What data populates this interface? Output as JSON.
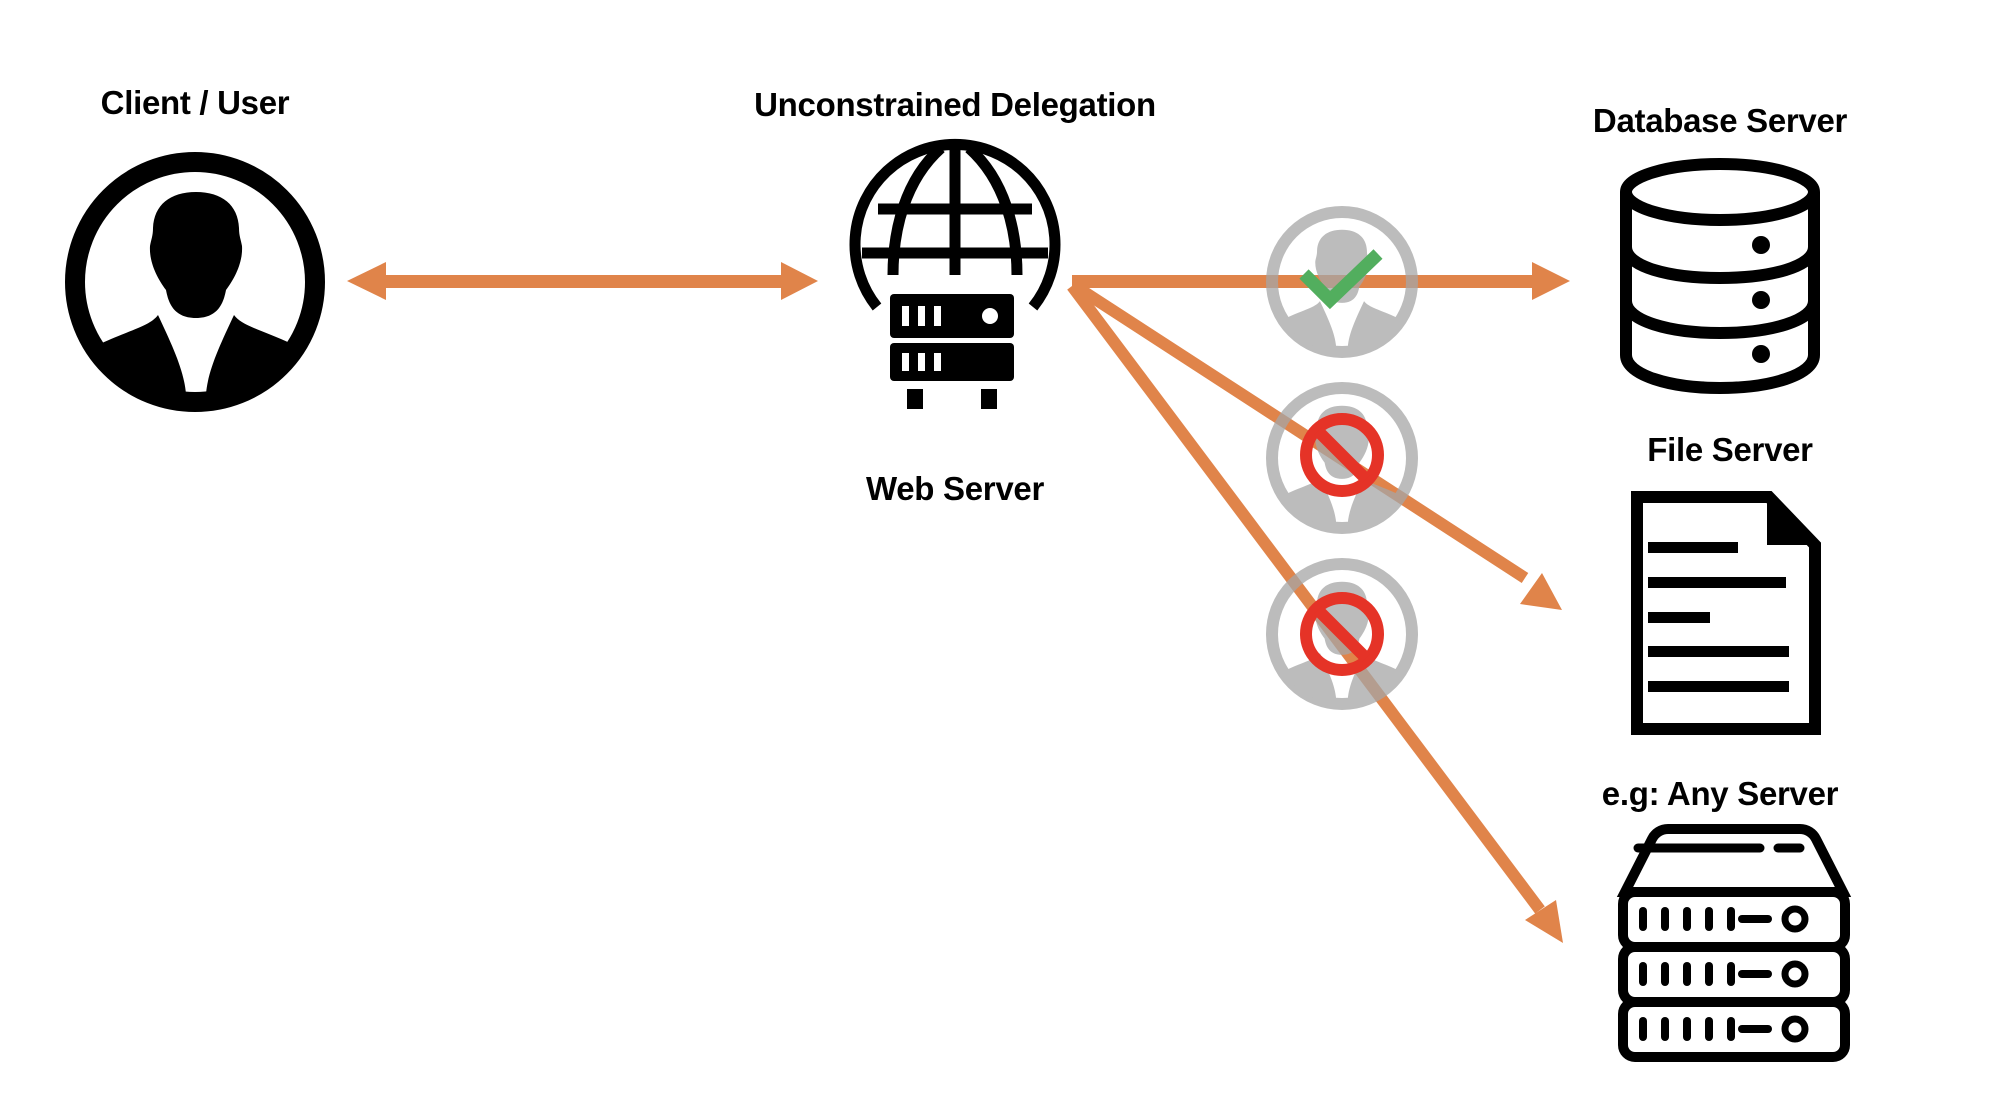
{
  "diagram": {
    "title": "Unconstrained Delegation",
    "nodes": {
      "client": {
        "label": "Client / User",
        "icon": "user-circle-icon"
      },
      "web_server": {
        "label": "Web Server",
        "icon": "web-server-globe-icon"
      },
      "database_server": {
        "label": "Database Server",
        "icon": "database-icon"
      },
      "file_server": {
        "label": "File Server",
        "icon": "document-icon"
      },
      "any_server": {
        "label": "e.g: Any Server",
        "icon": "server-rack-icon"
      }
    },
    "edges": [
      {
        "from": "client",
        "to": "web_server",
        "direction": "bidirectional"
      },
      {
        "from": "web_server",
        "to": "database_server",
        "direction": "forward",
        "status": "allowed",
        "status_icon": "checkmark-icon"
      },
      {
        "from": "web_server",
        "to": "file_server",
        "direction": "forward",
        "status": "blocked",
        "status_icon": "prohibited-icon"
      },
      {
        "from": "web_server",
        "to": "any_server",
        "direction": "forward",
        "status": "blocked",
        "status_icon": "prohibited-icon"
      }
    ],
    "colors": {
      "arrow": "#E0844A",
      "allowed": "#52AE5E",
      "blocked": "#E53327",
      "avatar_gray": "#A6A6A6",
      "icon": "#000000"
    }
  }
}
